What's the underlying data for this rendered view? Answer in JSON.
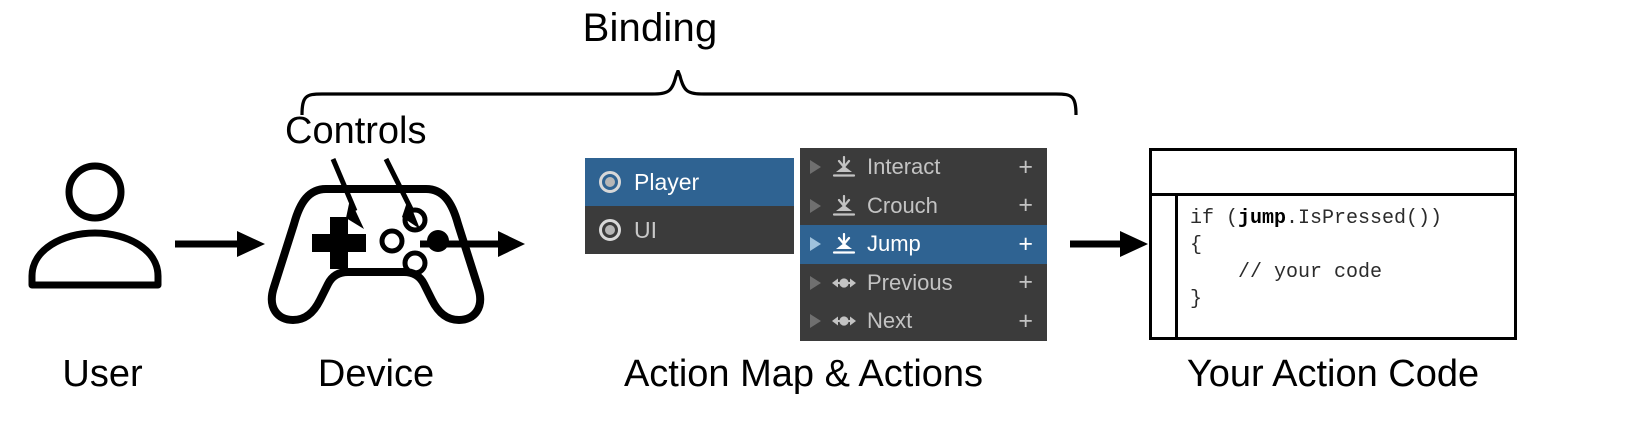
{
  "diagram": {
    "title": "Binding",
    "controls_label": "Controls",
    "accent_blue": "#2f6392",
    "panel_dark": "#3b3b3b",
    "panel_text": "#c3c3c3"
  },
  "stages": [
    {
      "caption": "User",
      "icon": "user-icon"
    },
    {
      "caption": "Device",
      "icon": "gamepad-icon"
    },
    {
      "caption": "Action Map & Actions",
      "icon": "action-list-panel"
    },
    {
      "caption": "Your Action Code",
      "icon": "code-window"
    }
  ],
  "action_maps": {
    "items": [
      {
        "label": "Player",
        "icon": "action-map-donut-icon",
        "selected": true
      },
      {
        "label": "UI",
        "icon": "action-map-donut-icon",
        "selected": false
      }
    ]
  },
  "actions": {
    "items": [
      {
        "label": "Interact",
        "icon": "button-press-icon",
        "add_label": "+",
        "selected": false
      },
      {
        "label": "Crouch",
        "icon": "button-press-icon",
        "add_label": "+",
        "selected": false
      },
      {
        "label": "Jump",
        "icon": "button-press-icon",
        "add_label": "+",
        "selected": true
      },
      {
        "label": "Previous",
        "icon": "axis-icon",
        "add_label": "+",
        "selected": false
      },
      {
        "label": "Next",
        "icon": "axis-icon",
        "add_label": "+",
        "selected": false
      }
    ]
  },
  "code": {
    "line1_prefix": "if (",
    "line1_bold": "jump",
    "line1_suffix": ".IsPressed())",
    "line2": "{",
    "line3": "    // your code",
    "line4": "}"
  }
}
